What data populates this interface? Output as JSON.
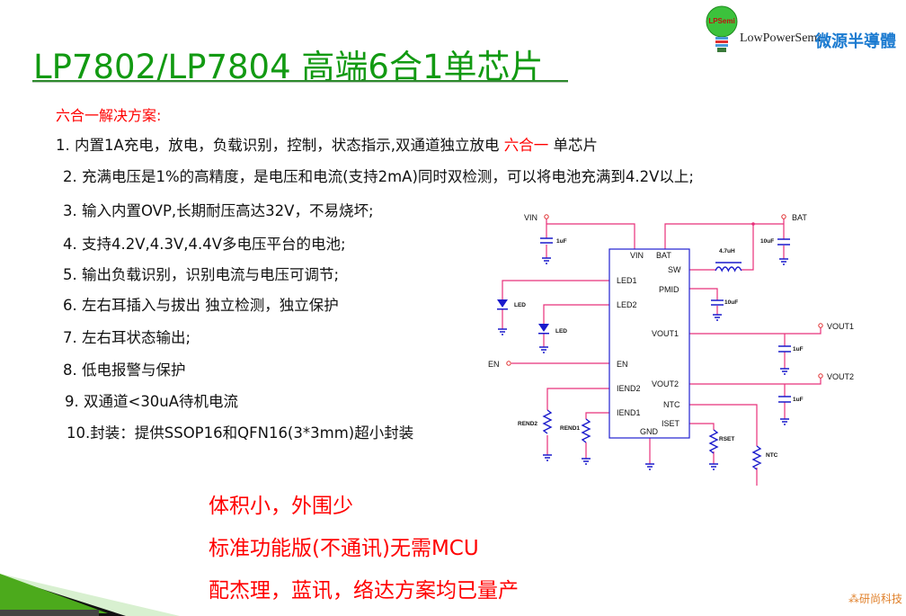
{
  "logo": {
    "badge": "LPSemi",
    "name": "LowPowerSemi",
    "cn_name": "微源半導體"
  },
  "title": "LP7802/LP7804 高端6合1单芯片",
  "heading": "六合一解决方案:",
  "items": [
    {
      "text": "1. 内置1A充电，放电，负载识别，控制，状态指示,双通道独立放电 ",
      "highlight": "六合一",
      "tail": " 单芯片"
    },
    {
      "text": "2. 充满电压是1%的高精度，是电压和电流(支持2mA)同时双检测，可以将电池充满到4.2V以上;"
    },
    {
      "text": "3. 输入内置OVP,长期耐压高达32V，不易烧坏;"
    },
    {
      "text": "4. 支持4.2V,4.3V,4.4V多电压平台的电池;"
    },
    {
      "text": "5. 输出负载识别，识别电流与电压可调节;"
    },
    {
      "text": "6. 左右耳插入与拔出 独立检测，独立保护"
    },
    {
      "text": "7. 左右耳状态输出;"
    },
    {
      "text": "8. 低电报警与保护"
    },
    {
      "text": "9.  双通道<30uA待机电流"
    },
    {
      "text": "10.封装：提供SSOP16和QFN16(3*3mm)超小封装"
    }
  ],
  "highlights": [
    "体积小，外围少",
    "标准功能版(不通讯)无需MCU",
    "配杰理，蓝讯，络达方案均已量产"
  ],
  "footer_brand": "研尚科技",
  "schematic": {
    "ic_pins": {
      "vin": "VIN",
      "bat": "BAT",
      "sw": "SW",
      "pmid": "PMID",
      "led1": "LED1",
      "led2": "LED2",
      "vout1": "VOUT1",
      "en": "EN",
      "vout2": "VOUT2",
      "iend2": "IEND2",
      "ntc": "NTC",
      "iend1": "IEND1",
      "iset": "ISET",
      "gnd": "GND"
    },
    "terminals": {
      "vin": "VIN",
      "bat": "BAT",
      "en": "EN",
      "vout1": "VOUT1",
      "vout2": "VOUT2"
    },
    "parts": {
      "c_vin": "1uF",
      "c_bat": "10uF",
      "inductor": "4.7uH",
      "c_pmid": "10uF",
      "led1": "LED",
      "led2": "LED",
      "c_vout1": "1uF",
      "c_vout2": "1uF",
      "rend2": "REND2",
      "rend1": "REND1",
      "rset": "RSET",
      "ntc": "NTC"
    }
  },
  "colors": {
    "title": "#129a12",
    "accent": "#ff0000",
    "wire": "#e8307a",
    "component": "#1a1acc"
  }
}
